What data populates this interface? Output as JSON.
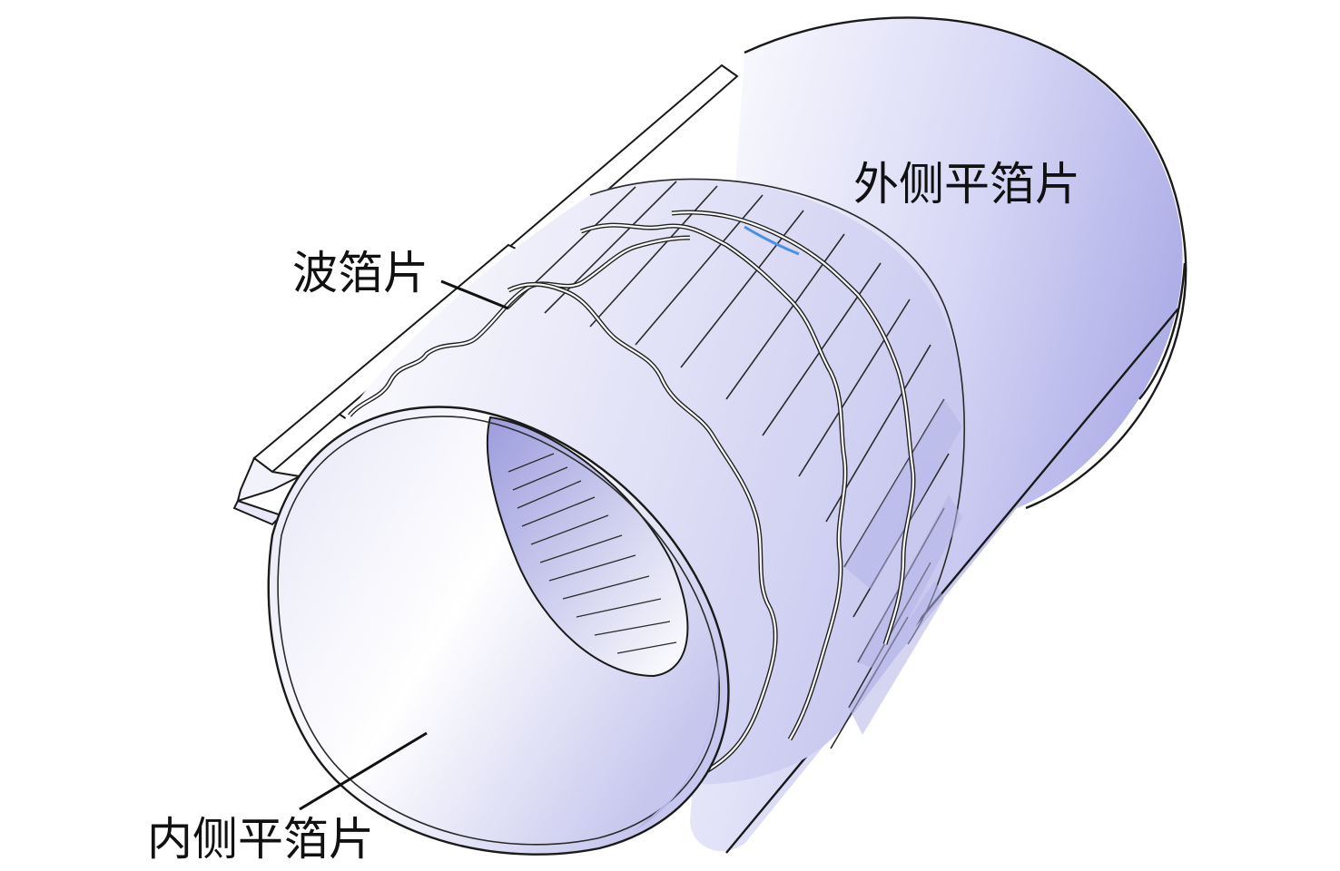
{
  "labels": {
    "wave_foil": "波箔片",
    "outer_flat_foil": "外侧平箔片",
    "inner_flat_foil": "内侧平箔片"
  },
  "colors": {
    "background": "#ffffff",
    "shell_light": "#ffffff",
    "shell_shade": "#b8b8ec",
    "line": "#1a1a1a",
    "highlight": "#4a90e2"
  }
}
